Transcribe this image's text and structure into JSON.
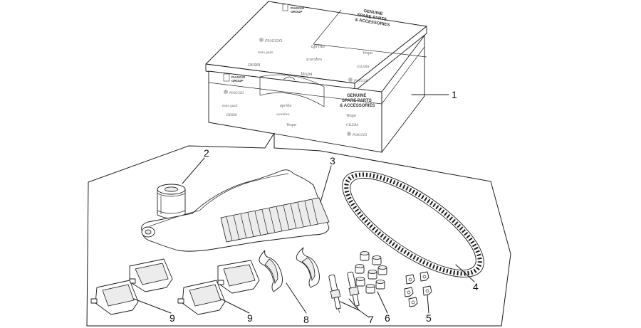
{
  "callouts": {
    "c1": "1",
    "c2": "2",
    "c3": "3",
    "c4": "4",
    "c5": "5",
    "c6": "6",
    "c7": "7",
    "c8": "8",
    "c9a": "9",
    "c9b": "9"
  },
  "box": {
    "lid_brand_top": "PIAGGIO",
    "lid_brand_bottom": "GROUP",
    "lid_title": [
      "GENUINE",
      "SPARE PARTS",
      "& ACCESSORIES"
    ],
    "front_brand_top": "PIAGGIO",
    "front_brand_bottom": "GROUP",
    "side_title": [
      "GENUINE",
      "SPARE PARTS",
      "& ACCESSORIES"
    ],
    "logos_lid": [
      "PIAGGIO",
      "aprilia",
      "Vespa",
      "moto guzzi",
      "scarabeo",
      "GILERA",
      "DERBI",
      "Vespa",
      "PIAGGIO"
    ],
    "logos_front": [
      "PIAGGIO",
      "moto guzzi",
      "aprilia",
      "DERBI",
      "scarabeo",
      "Vespa"
    ],
    "logos_side": [
      "Vespa",
      "GILERA",
      "PIAGGIO"
    ]
  }
}
